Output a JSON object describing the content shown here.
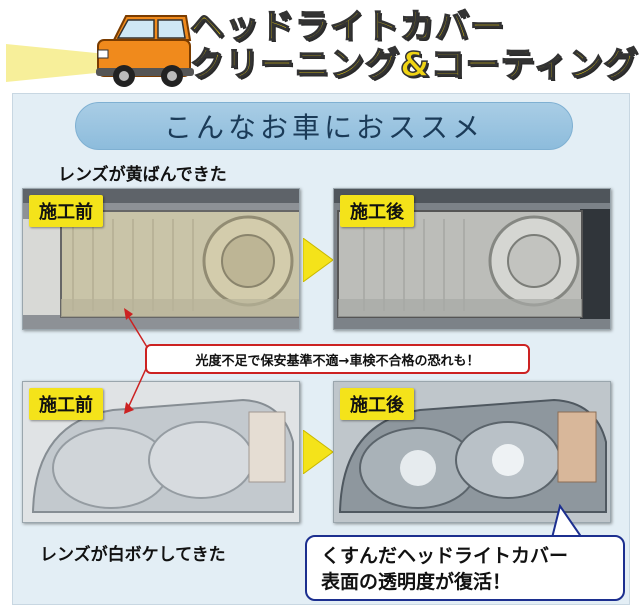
{
  "header": {
    "title_line1": "ヘッドライトカバー",
    "title_line2": "クリーニング&コーティング"
  },
  "banner": {
    "text": "こんなお車におススメ"
  },
  "captions": {
    "yellowed": "レンズが黄ばんできた",
    "whitened": "レンズが白ボケしてきた"
  },
  "badges": {
    "before": "施工前",
    "after": "施工後"
  },
  "warning": {
    "text": "光度不足で保安基準不適→車検不合格の恐れも！"
  },
  "callout": {
    "line1": "くすんだヘッドライトカバー",
    "line2": "表面の透明度が復活！"
  },
  "colors": {
    "title_yellow": "#f0d414",
    "badge_yellow": "#f4e31a",
    "panel_bg": "#e3eef5",
    "pill_blue": "#9fc7e2",
    "car_orange": "#f08a1c",
    "warning_red": "#cc2222",
    "callout_navy": "#1c2f8f"
  }
}
